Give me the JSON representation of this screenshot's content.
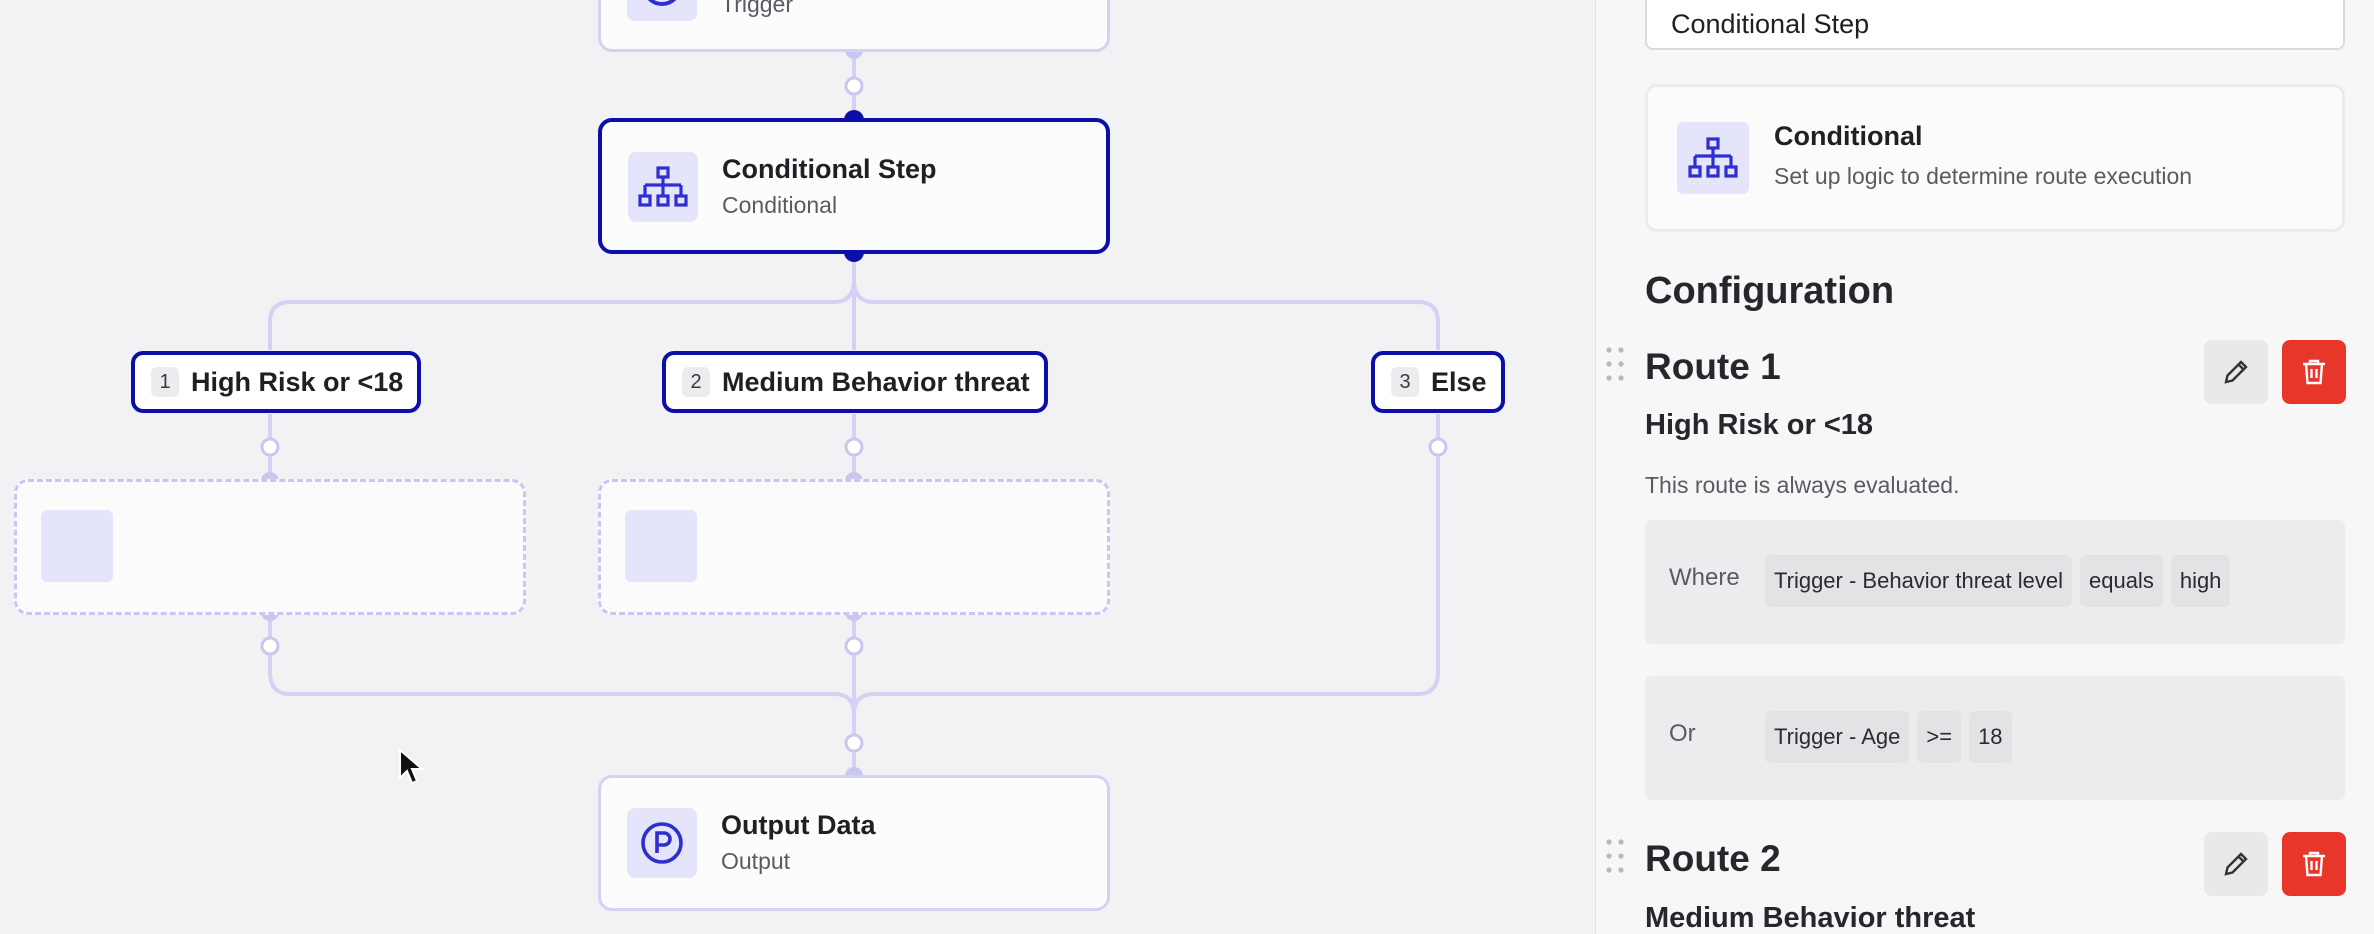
{
  "canvas": {
    "nodes": {
      "trigger": {
        "title": "",
        "subtitle": "Trigger",
        "icon": "clock-icon"
      },
      "conditional": {
        "title": "Conditional Step",
        "subtitle": "Conditional",
        "icon": "sitemap-icon"
      },
      "output": {
        "title": "Output Data",
        "subtitle": "Output",
        "icon": "parking-p-icon"
      }
    },
    "routes": [
      {
        "number": "1",
        "label": "High Risk or <18"
      },
      {
        "number": "2",
        "label": "Medium Behavior threat"
      },
      {
        "number": "3",
        "label": "Else"
      }
    ],
    "colors": {
      "selected": "#0b0fa8",
      "wire": "#d4d2f4",
      "icon": "#2d2fd0"
    }
  },
  "panel": {
    "step_name_value": "Conditional Step",
    "type_card": {
      "title": "Conditional",
      "description": "Set up logic to determine route execution",
      "icon": "sitemap-icon"
    },
    "section_title": "Configuration",
    "routes": [
      {
        "title": "Route 1",
        "name": "High Risk or <18",
        "note": "This route is always evaluated.",
        "conditions": [
          {
            "keyword": "Where",
            "chips": [
              "Trigger - Behavior threat level",
              "equals",
              "high"
            ]
          },
          {
            "keyword": "Or",
            "chips": [
              "Trigger - Age",
              ">=",
              "18"
            ]
          }
        ]
      },
      {
        "title": "Route 2",
        "name": "Medium Behavior threat"
      }
    ],
    "colors": {
      "delete": "#e8362a",
      "edit_bg": "#e9e9ec"
    }
  }
}
